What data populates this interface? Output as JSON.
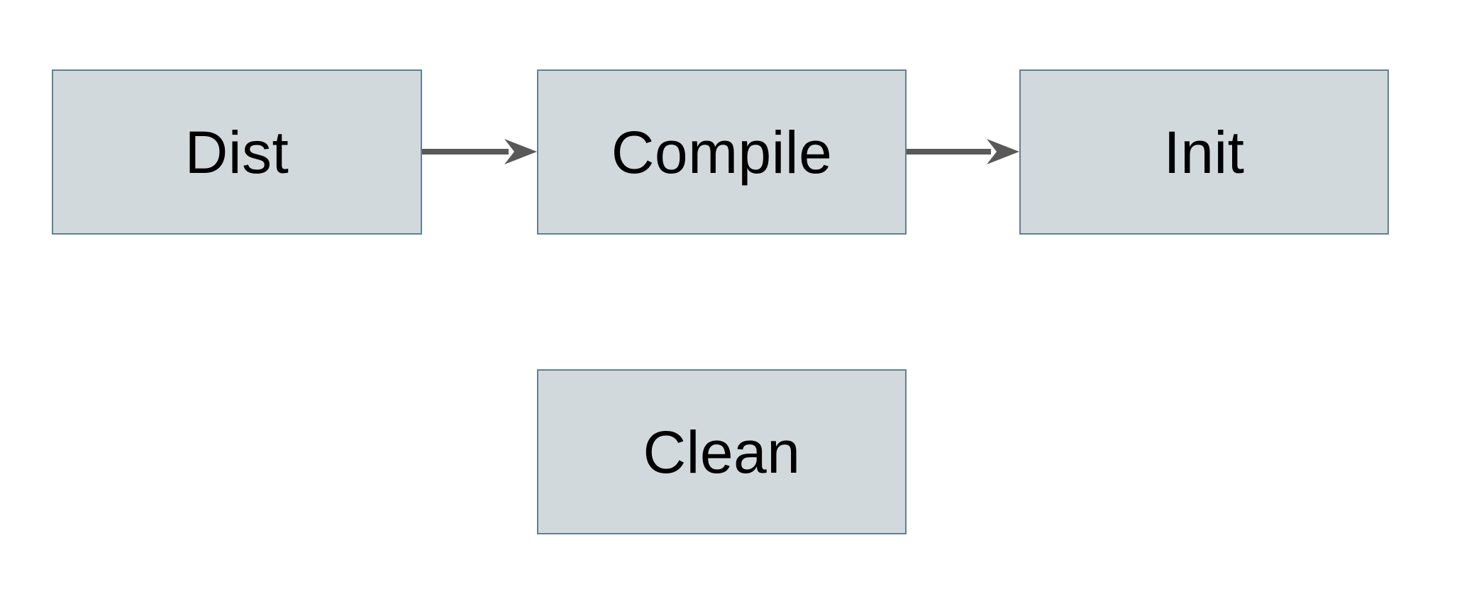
{
  "diagram": {
    "type": "flowchart",
    "colors": {
      "background": "#ffffff",
      "node_fill": "#d2d9dc",
      "node_border": "#62808f",
      "arrow": "#595959",
      "text": "#000000"
    },
    "nodes": [
      {
        "id": "dist",
        "label": "Dist"
      },
      {
        "id": "compile",
        "label": "Compile"
      },
      {
        "id": "init",
        "label": "Init"
      },
      {
        "id": "clean",
        "label": "Clean"
      }
    ],
    "edges": [
      {
        "from": "Dist",
        "to": "Compile",
        "direction": "right"
      },
      {
        "from": "Compile",
        "to": "Init",
        "direction": "right"
      }
    ]
  }
}
